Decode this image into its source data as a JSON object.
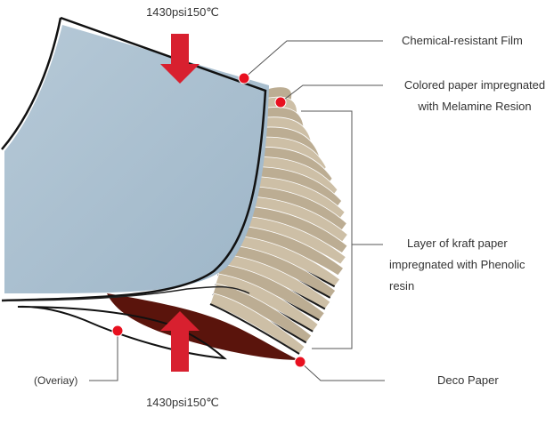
{
  "pressure": {
    "top": "1430psi150℃",
    "bottom": "1430psi150℃"
  },
  "labels": {
    "chemical_film": "Chemical-resistant Film",
    "colored_paper": [
      "Colored paper impregnated",
      "with Melamine Resion"
    ],
    "kraft_paper": [
      "Layer of kraft paper",
      "impregnated with Phenolic",
      "resin"
    ],
    "deco_paper": "Deco Paper",
    "overlay": "(Overiay)"
  },
  "colors": {
    "arrow": "#d8202f",
    "marker": "#e8101f",
    "sheet_blue": "#a9bfcf",
    "kraft": "#cdbfa6",
    "deco": "#5a140c",
    "leader": "#555555"
  }
}
